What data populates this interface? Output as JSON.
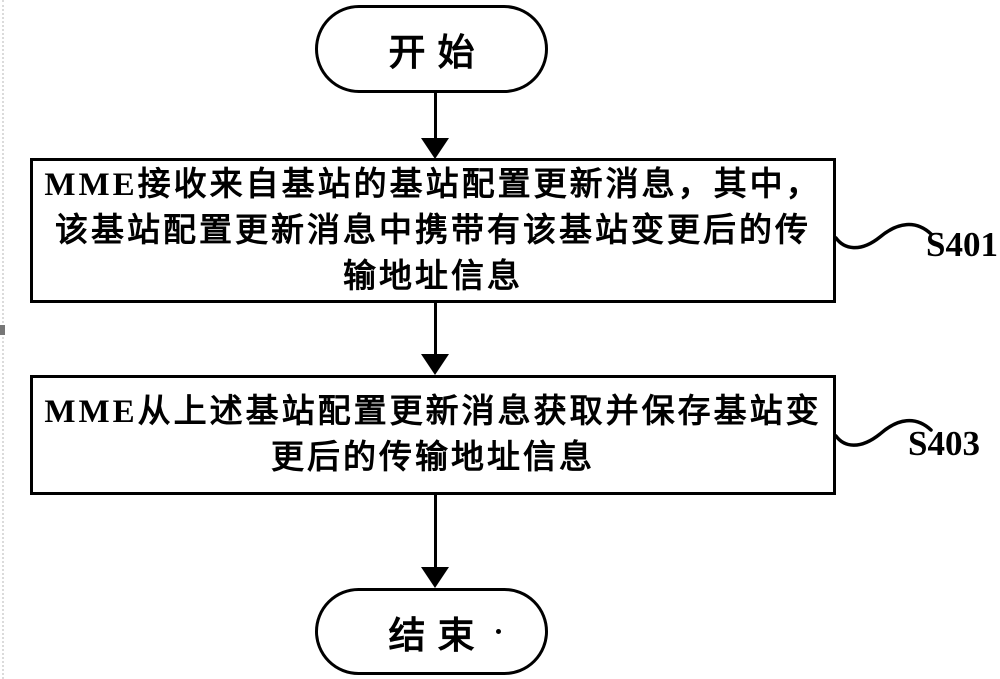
{
  "flowchart": {
    "start_label": "开始",
    "end_label": "结束",
    "steps": [
      {
        "id": "S401",
        "lines": [
          "MME接收来自基站的基站配置更新消息，其中，",
          "该基站配置更新消息中携带有该基站变更后的传",
          "输地址信息"
        ]
      },
      {
        "id": "S403",
        "lines": [
          "MME从上述基站配置更新消息获取并保存基站变",
          "更后的传输地址信息"
        ]
      }
    ],
    "colors": {
      "line": "#000000",
      "background": "#ffffff",
      "text": "#000000"
    }
  }
}
